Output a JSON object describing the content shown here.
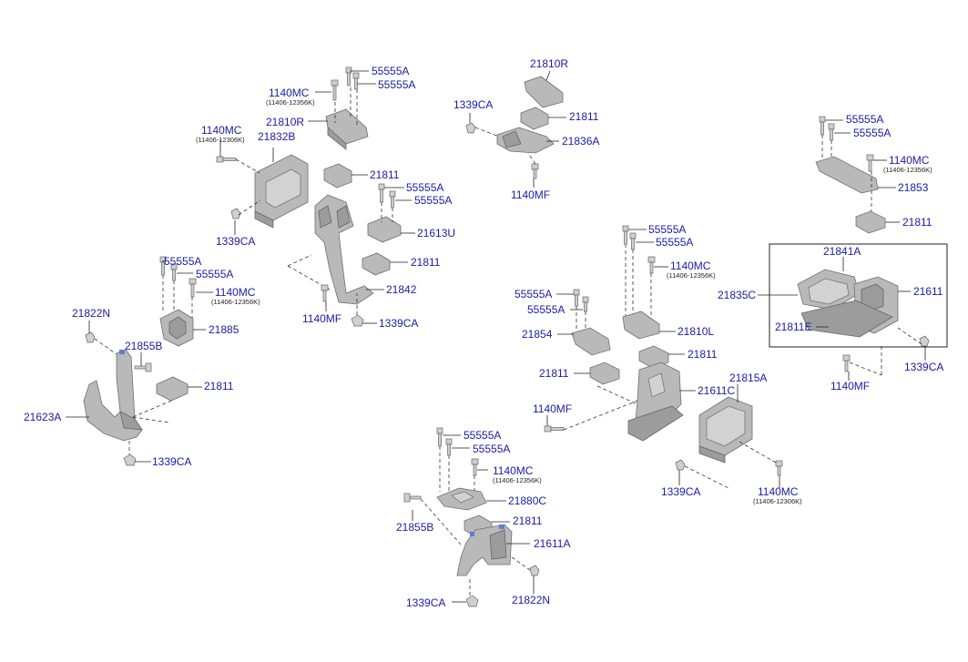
{
  "labels": [
    {
      "id": "a1",
      "text": "55555A"
    },
    {
      "id": "a2",
      "text": "55555A"
    },
    {
      "id": "a3",
      "text": "1140MC"
    },
    {
      "id": "a4",
      "text": "21810R"
    },
    {
      "id": "a5",
      "text": "1140MC"
    },
    {
      "id": "a6",
      "text": "21832B"
    },
    {
      "id": "a7",
      "text": "21811"
    },
    {
      "id": "a8",
      "text": "55555A"
    },
    {
      "id": "a9",
      "text": "55555A"
    },
    {
      "id": "a10",
      "text": "21613U"
    },
    {
      "id": "a11",
      "text": "1339CA"
    },
    {
      "id": "a12",
      "text": "21811"
    },
    {
      "id": "a13",
      "text": "21842"
    },
    {
      "id": "a14",
      "text": "1140MF"
    },
    {
      "id": "a15",
      "text": "1339CA"
    },
    {
      "id": "b1",
      "text": "55555A"
    },
    {
      "id": "b2",
      "text": "55555A"
    },
    {
      "id": "b3",
      "text": "1140MC"
    },
    {
      "id": "b4",
      "text": "21822N"
    },
    {
      "id": "b5",
      "text": "21855B"
    },
    {
      "id": "b6",
      "text": "21885"
    },
    {
      "id": "b7",
      "text": "21811"
    },
    {
      "id": "b8",
      "text": "21623A"
    },
    {
      "id": "b9",
      "text": "1339CA"
    },
    {
      "id": "c1",
      "text": "21810R"
    },
    {
      "id": "c2",
      "text": "1339CA"
    },
    {
      "id": "c3",
      "text": "21811"
    },
    {
      "id": "c4",
      "text": "21836A"
    },
    {
      "id": "c5",
      "text": "1140MF"
    },
    {
      "id": "d1",
      "text": "55555A"
    },
    {
      "id": "d2",
      "text": "55555A"
    },
    {
      "id": "d3",
      "text": "1140MC"
    },
    {
      "id": "d4",
      "text": "55555A"
    },
    {
      "id": "d5",
      "text": "55555A"
    },
    {
      "id": "d6",
      "text": "21810L"
    },
    {
      "id": "d7",
      "text": "21854"
    },
    {
      "id": "d8",
      "text": "21811"
    },
    {
      "id": "d9",
      "text": "21811"
    },
    {
      "id": "d10",
      "text": "21611C"
    },
    {
      "id": "d11",
      "text": "21815A"
    },
    {
      "id": "d12",
      "text": "1140MF"
    },
    {
      "id": "d13",
      "text": "1339CA"
    },
    {
      "id": "d14",
      "text": "1140MC"
    },
    {
      "id": "e1",
      "text": "55555A"
    },
    {
      "id": "e2",
      "text": "55555A"
    },
    {
      "id": "e3",
      "text": "1140MC"
    },
    {
      "id": "e4",
      "text": "21880C"
    },
    {
      "id": "e5",
      "text": "21855B"
    },
    {
      "id": "e6",
      "text": "21811"
    },
    {
      "id": "e7",
      "text": "21611A"
    },
    {
      "id": "e8",
      "text": "1339CA"
    },
    {
      "id": "e9",
      "text": "21822N"
    },
    {
      "id": "f1",
      "text": "55555A"
    },
    {
      "id": "f2",
      "text": "55555A"
    },
    {
      "id": "f3",
      "text": "1140MC"
    },
    {
      "id": "f4",
      "text": "21853"
    },
    {
      "id": "f5",
      "text": "21811"
    },
    {
      "id": "f6",
      "text": "21841A"
    },
    {
      "id": "f7",
      "text": "21835C"
    },
    {
      "id": "f8",
      "text": "21611"
    },
    {
      "id": "f9",
      "text": "21811E"
    },
    {
      "id": "f10",
      "text": "1339CA"
    },
    {
      "id": "f11",
      "text": "1140MF"
    }
  ],
  "sublabels": [
    {
      "id": "s1",
      "text": "(11406-12356K)"
    },
    {
      "id": "s2",
      "text": "(11406-12306K)"
    },
    {
      "id": "s3",
      "text": "(11406-12356K)"
    },
    {
      "id": "s4",
      "text": "(11406-12356K)"
    },
    {
      "id": "s5",
      "text": "(11406-12306K)"
    },
    {
      "id": "s6",
      "text": "(11406-12356K)"
    },
    {
      "id": "s7",
      "text": "(11406-12356K)"
    }
  ]
}
